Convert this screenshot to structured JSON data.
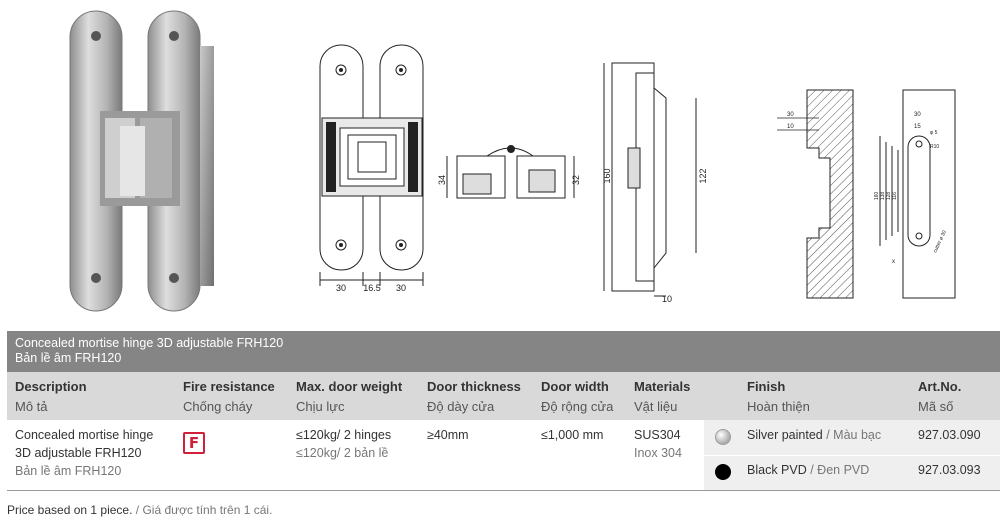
{
  "table": {
    "title_en": "Concealed mortise hinge 3D adjustable FRH120",
    "title_vi": "Bản lề âm FRH120",
    "headers": [
      {
        "en": "Description",
        "vi": "Mô tả"
      },
      {
        "en": "Fire resistance",
        "vi": "Chống cháy"
      },
      {
        "en": "Max. door weight",
        "vi": "Chịu lực"
      },
      {
        "en": "Door thickness",
        "vi": "Độ dày cửa"
      },
      {
        "en": "Door width",
        "vi": "Độ rộng cửa"
      },
      {
        "en": "Materials",
        "vi": "Vật liệu"
      },
      {
        "en": "Finish",
        "vi": "Hoàn thiện"
      },
      {
        "en": "Art.No.",
        "vi": "Mã số"
      }
    ],
    "row": {
      "description_line1": "Concealed mortise hinge",
      "description_line2": "3D adjustable FRH120",
      "description_vi": "Bản lề âm FRH120",
      "fire_icon_letter": "F",
      "fire_icon": "fire-rated-icon",
      "weight_en": "≤120kg/ 2 hinges",
      "weight_vi": "≤120kg/ 2 bản lề",
      "thickness": "≥40mm",
      "width": "≤1,000 mm",
      "material_en": "SUS304",
      "material_vi": "Inox 304",
      "finishes": [
        {
          "en": "Silver painted",
          "sep": " / ",
          "vi": "Màu bạc",
          "art_no": "927.03.090",
          "swatch_color": "#c0c0c0"
        },
        {
          "en": "Black PVD",
          "sep": " / ",
          "vi": "Đen PVD",
          "art_no": "927.03.093",
          "swatch_color": "#000000"
        }
      ]
    }
  },
  "footnote": {
    "en": "Price based on 1 piece.",
    "sep": " / ",
    "vi": "Giá được tính trên 1 cái."
  },
  "drawings": {
    "front": {
      "dim_left": "30",
      "dim_mid": "16.5",
      "dim_right": "30"
    },
    "top": {
      "dim_left": "34",
      "dim_right": "32"
    },
    "side": {
      "dim_outer": "160",
      "dim_inner": "122",
      "dim_bottom": "10"
    },
    "section": {
      "dim_a": "30",
      "dim_b": "10"
    },
    "cutout": {
      "dim_top": "30",
      "dim_mid": "15",
      "dim_r": "R10",
      "dim_phi": "φ 5",
      "dim_h1": "160",
      "dim_h2": "138",
      "dim_h3": "128",
      "dim_h4": "116",
      "dim_x": "x",
      "dim_cutter": "cutter ø 30"
    }
  }
}
